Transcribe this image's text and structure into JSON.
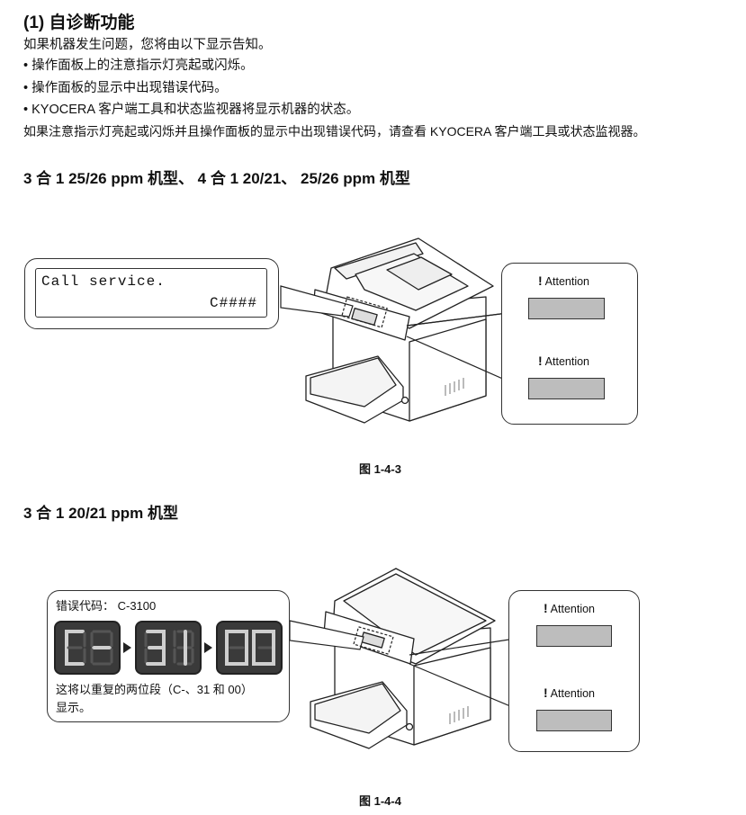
{
  "section_title": "(1) 自诊断功能",
  "intro_lines": [
    "如果机器发生问题，您将由以下显示告知。",
    "• 操作面板上的注意指示灯亮起或闪烁。",
    "• 操作面板的显示中出现错误代码。",
    "• KYOCERA 客户端工具和状态监视器将显示机器的状态。",
    "如果注意指示灯亮起或闪烁并且操作面板的显示中出现错误代码，请查看 KYOCERA 客户端工具或状态监视器。"
  ],
  "fig1": {
    "heading": "3 合 1 25/26 ppm 机型、 4 合 1 20/21、 25/26 ppm 机型",
    "lcd_line1": "Call service.",
    "lcd_line2": "C####",
    "attention_label": "Attention",
    "caption": "图 1-4-3"
  },
  "fig2": {
    "heading": "3 合 1 20/21 ppm 机型",
    "error_code_label": "错误代码：  C-3100",
    "segments": [
      "C-",
      "31",
      "00"
    ],
    "note_line1": "这将以重复的两位段（C-、31 和 00）",
    "note_line2": "显示。",
    "attention_label": "Attention",
    "caption": "图 1-4-4"
  },
  "colors": {
    "lamp": "#bdbdbd",
    "flash": "#f2a23a",
    "segment_bg": "#3a3a3a"
  }
}
